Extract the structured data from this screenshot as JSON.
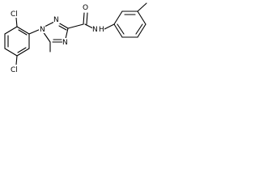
{
  "molecule": {
    "atom_labels": {
      "cl_top": "Cl",
      "cl_bottom": "Cl",
      "n_triazole_1": "N",
      "n_triazole_2": "N",
      "n_triazole_4": "N",
      "amide_n": "N",
      "amide_h": "H",
      "carbonyl_o": "O"
    }
  }
}
